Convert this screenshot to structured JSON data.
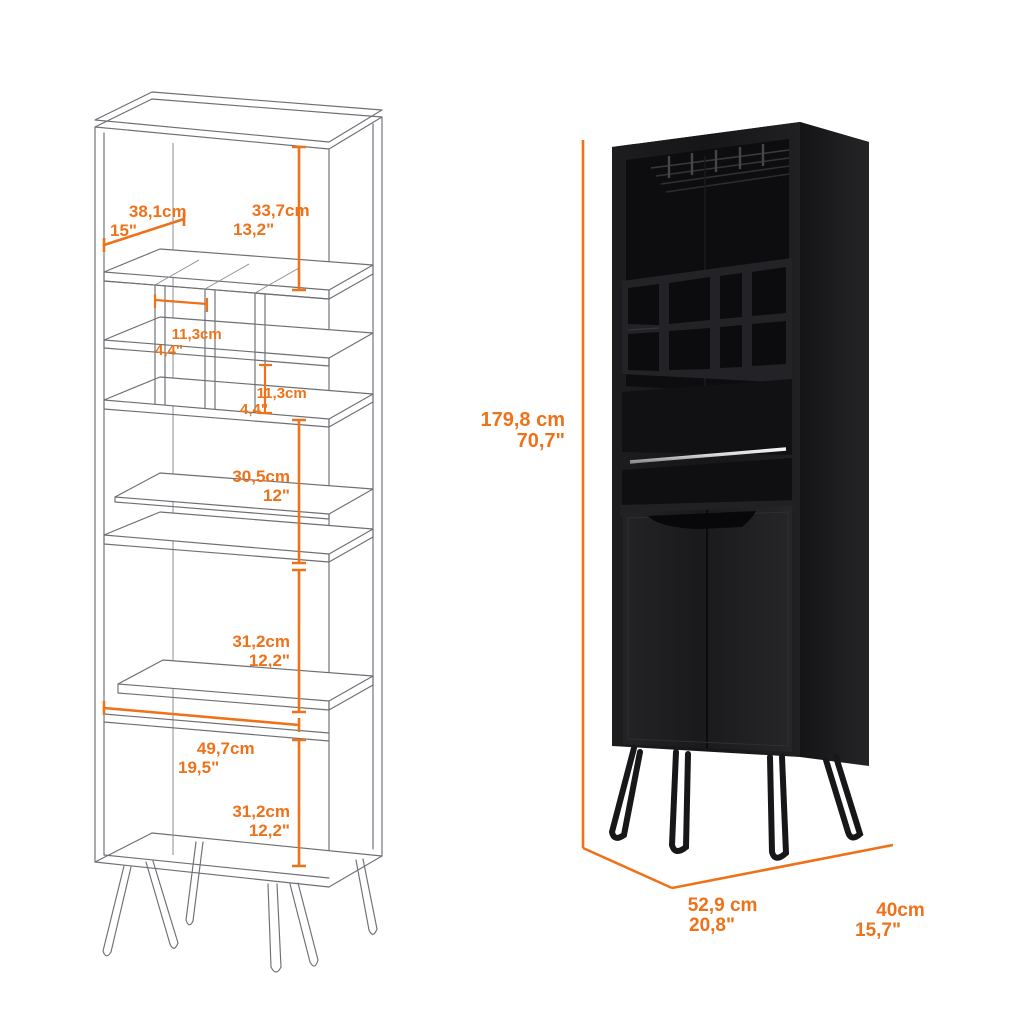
{
  "page": {
    "background": "#ffffff",
    "accent_color": "#ee7219",
    "line_color": "#6d6f74",
    "product_color": "#18181a"
  },
  "views": {
    "left": {
      "name": "wireframe-line-drawing",
      "style": "outline"
    },
    "right": {
      "name": "product-render",
      "style": "black-wood"
    }
  },
  "dimensions": {
    "shelf_depth": {
      "cm": "38,1cm",
      "in": "15\""
    },
    "top_compartment": {
      "cm": "33,7cm",
      "in": "13,2\""
    },
    "wine_cell_width": {
      "cm": "11,3cm",
      "in": "4,4\""
    },
    "wine_cell_height": {
      "cm": "11,3cm",
      "in": "4,4\""
    },
    "open_shelf": {
      "cm": "30,5cm",
      "in": "12\""
    },
    "cabinet_upper": {
      "cm": "31,2cm",
      "in": "12,2\""
    },
    "interior_width": {
      "cm": "49,7cm",
      "in": "19,5\""
    },
    "cabinet_lower": {
      "cm": "31,2cm",
      "in": "12,2\""
    },
    "total_height": {
      "cm": "179,8 cm",
      "in": "70,7\""
    },
    "total_width": {
      "cm": "52,9 cm",
      "in": "20,8\""
    },
    "total_depth": {
      "cm": "40cm",
      "in": "15,7\""
    }
  },
  "features": {
    "stemware_rack": "stemware-rack",
    "wine_cubbies": {
      "columns": 4,
      "rows": 2,
      "total": 8
    },
    "open_shelf_rail": "chrome-rail",
    "doors": {
      "count": 2,
      "handle": "recessed-cutout"
    },
    "legs": {
      "count": 4,
      "type": "hairpin"
    }
  }
}
